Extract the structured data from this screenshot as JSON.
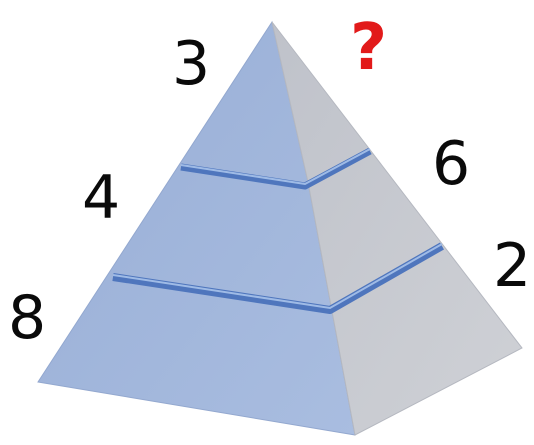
{
  "puzzle": {
    "left_numbers": {
      "top": "3",
      "middle": "4",
      "bottom": "8"
    },
    "right_numbers": {
      "top": "?",
      "middle": "6",
      "bottom": "2"
    }
  },
  "colors": {
    "left_face": "#9fb3d6",
    "right_face": "#c4c6cc",
    "band": "#5f86c9",
    "question_mark": "#e21a1a"
  }
}
